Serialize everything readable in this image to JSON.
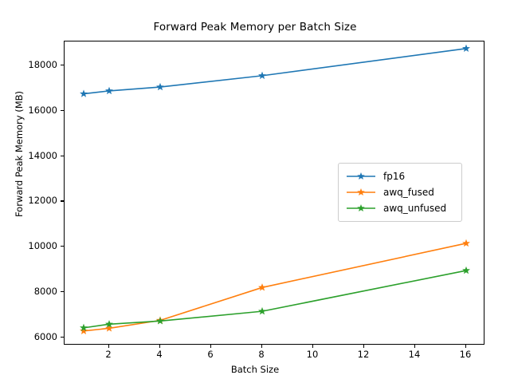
{
  "chart_data": {
    "type": "line",
    "title": "Forward Peak Memory per Batch Size",
    "xlabel": "Batch Size",
    "ylabel": "Forward Peak Memory (MB)",
    "x": [
      1,
      2,
      4,
      8,
      16
    ],
    "xlim": [
      0.25,
      16.75
    ],
    "ylim": [
      5640,
      19060
    ],
    "xticks": [
      2,
      4,
      6,
      8,
      10,
      12,
      14,
      16
    ],
    "xtick_labels": [
      "2",
      "4",
      "6",
      "8",
      "10",
      "12",
      "14",
      "16"
    ],
    "yticks": [
      6000,
      8000,
      10000,
      12000,
      14000,
      16000,
      18000
    ],
    "ytick_labels": [
      "6000",
      "8000",
      "10000",
      "12000",
      "14000",
      "16000",
      "18000"
    ],
    "grid": false,
    "legend_position": "center right",
    "marker": "star",
    "series": [
      {
        "name": "fp16",
        "color": "#1f77b4",
        "values": [
          16750,
          16880,
          17050,
          17550,
          18750
        ]
      },
      {
        "name": "awq_fused",
        "color": "#ff7f0e",
        "values": [
          6280,
          6400,
          6750,
          8200,
          10150
        ]
      },
      {
        "name": "awq_unfused",
        "color": "#2ca02c",
        "values": [
          6420,
          6580,
          6720,
          7150,
          8950
        ]
      }
    ]
  },
  "figure": {
    "background_color": "#ffffff",
    "axes_edge_color": "#000000",
    "legend_frame_color": "#cccccc"
  }
}
